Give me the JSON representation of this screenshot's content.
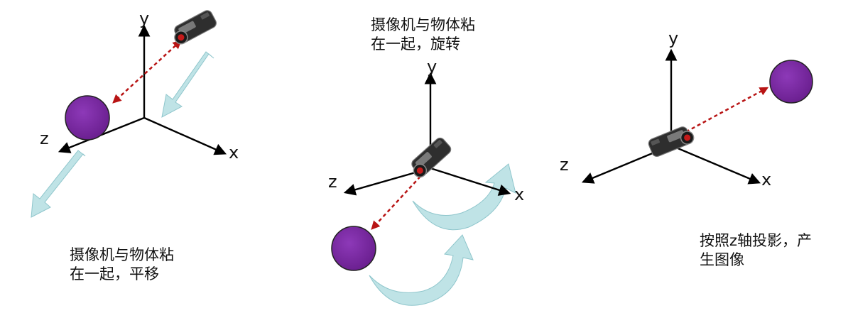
{
  "axes": {
    "x": "x",
    "y": "y",
    "z": "z"
  },
  "panels": [
    {
      "caption": [
        "摄像机与物体粘",
        "在一起，平移"
      ]
    },
    {
      "caption": [
        "摄像机与物体粘",
        "在一起，旋转"
      ]
    },
    {
      "caption": [
        "按照z轴投影，产",
        "生图像"
      ]
    }
  ],
  "colors": {
    "axis": "#000000",
    "sphere": "#7a2aa0",
    "view_ray": "#b81414",
    "motion_arrow": "#bfe3e6",
    "motion_arrow_edge": "#8fc6cc",
    "camera_body": "#2e2e2e"
  },
  "icons": [
    "video-camera-icon",
    "sphere-object",
    "translate-arrow",
    "rotate-arrow"
  ]
}
